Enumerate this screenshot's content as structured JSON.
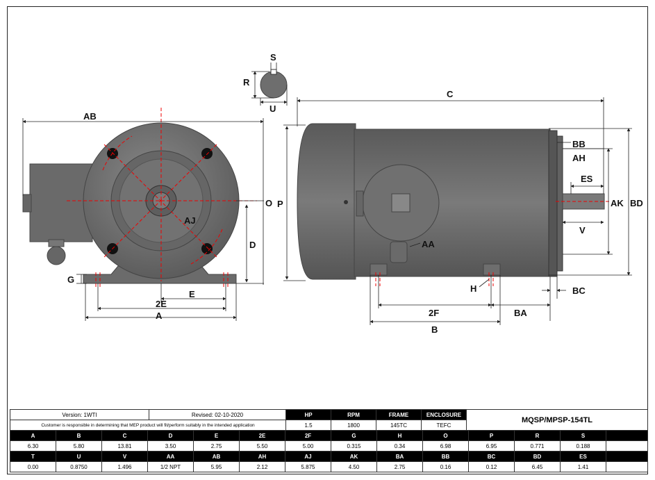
{
  "drawing": {
    "labels": {
      "AB": "AB",
      "AJ": "AJ",
      "O": "O",
      "P": "P",
      "D": "D",
      "G": "G",
      "E": "E",
      "2E": "2E",
      "A": "A",
      "S": "S",
      "R": "R",
      "U": "U",
      "C": "C",
      "BB": "BB",
      "AH": "AH",
      "ES": "ES",
      "AK": "AK",
      "BD": "BD",
      "V": "V",
      "AA": "AA",
      "H": "H",
      "BC": "BC",
      "2F": "2F",
      "BA": "BA",
      "B": "B"
    }
  },
  "title_block": {
    "version": "Version: 1WTI",
    "revised": "Revised: 02-10-2020",
    "note": "Customer is responsible in determining that MEP product will fit/perform suitably in the intended application",
    "model": "MQSP/MPSP-154TL",
    "summary_headers": [
      "HP",
      "RPM",
      "FRAME",
      "ENCLOSURE"
    ],
    "summary_values": [
      "1.5",
      "1800",
      "145TC",
      "TEFC"
    ]
  },
  "dimensions": {
    "row1_headers": [
      "A",
      "B",
      "C",
      "D",
      "E",
      "2E",
      "2F",
      "G",
      "H",
      "O",
      "P",
      "R",
      "S"
    ],
    "row1_values": [
      "6.30",
      "5.80",
      "13.81",
      "3.50",
      "2.75",
      "5.50",
      "5.00",
      "0.315",
      "0.34",
      "6.98",
      "6.95",
      "0.771",
      "0.188"
    ],
    "row2_headers": [
      "T",
      "U",
      "V",
      "AA",
      "AB",
      "AH",
      "AJ",
      "AK",
      "BA",
      "BB",
      "BC",
      "BD",
      "ES"
    ],
    "row2_values": [
      "0.00",
      "0.8750",
      "1.496",
      "1/2 NPT",
      "5.95",
      "2.12",
      "5.875",
      "4.50",
      "2.75",
      "0.16",
      "0.12",
      "6.45",
      "1.41"
    ]
  }
}
